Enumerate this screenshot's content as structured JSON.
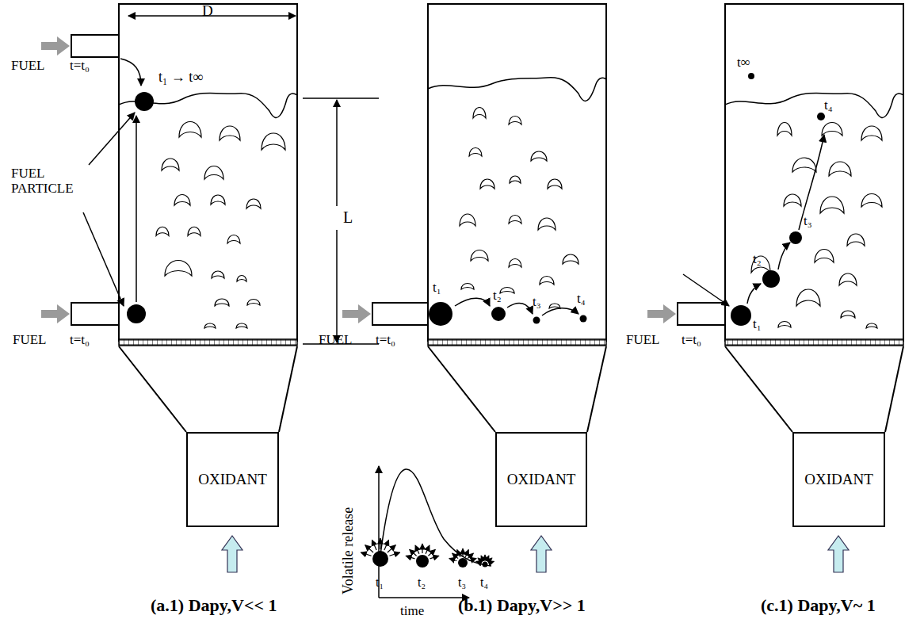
{
  "diagram": {
    "nodes": [
      {
        "text": [
          "OXIDANT"
        ]
      },
      {
        "text": [
          "OXIDANT"
        ]
      },
      {
        "text": [
          "OXIDANT"
        ]
      }
    ],
    "labels": [
      "D",
      "FUEL",
      "t=t₀",
      "t₁ → t∞",
      "FUEL PARTICLE",
      "FUEL",
      "t=t₀",
      "L",
      "t₁",
      "t₂",
      "t₃",
      "t₄",
      "FUEL",
      "t=t₀",
      "Volatile release",
      "time",
      "t₁",
      "t₂",
      "t₃",
      "t₄",
      "t∞",
      "t₄",
      "t₃",
      "t₂",
      "t₁",
      "FUEL",
      "t=t₀",
      "(a.1) Dapy,V<< 1",
      "(b.1) Dapy,V>> 1",
      "(c.1) Dapy,V~ 1"
    ]
  }
}
